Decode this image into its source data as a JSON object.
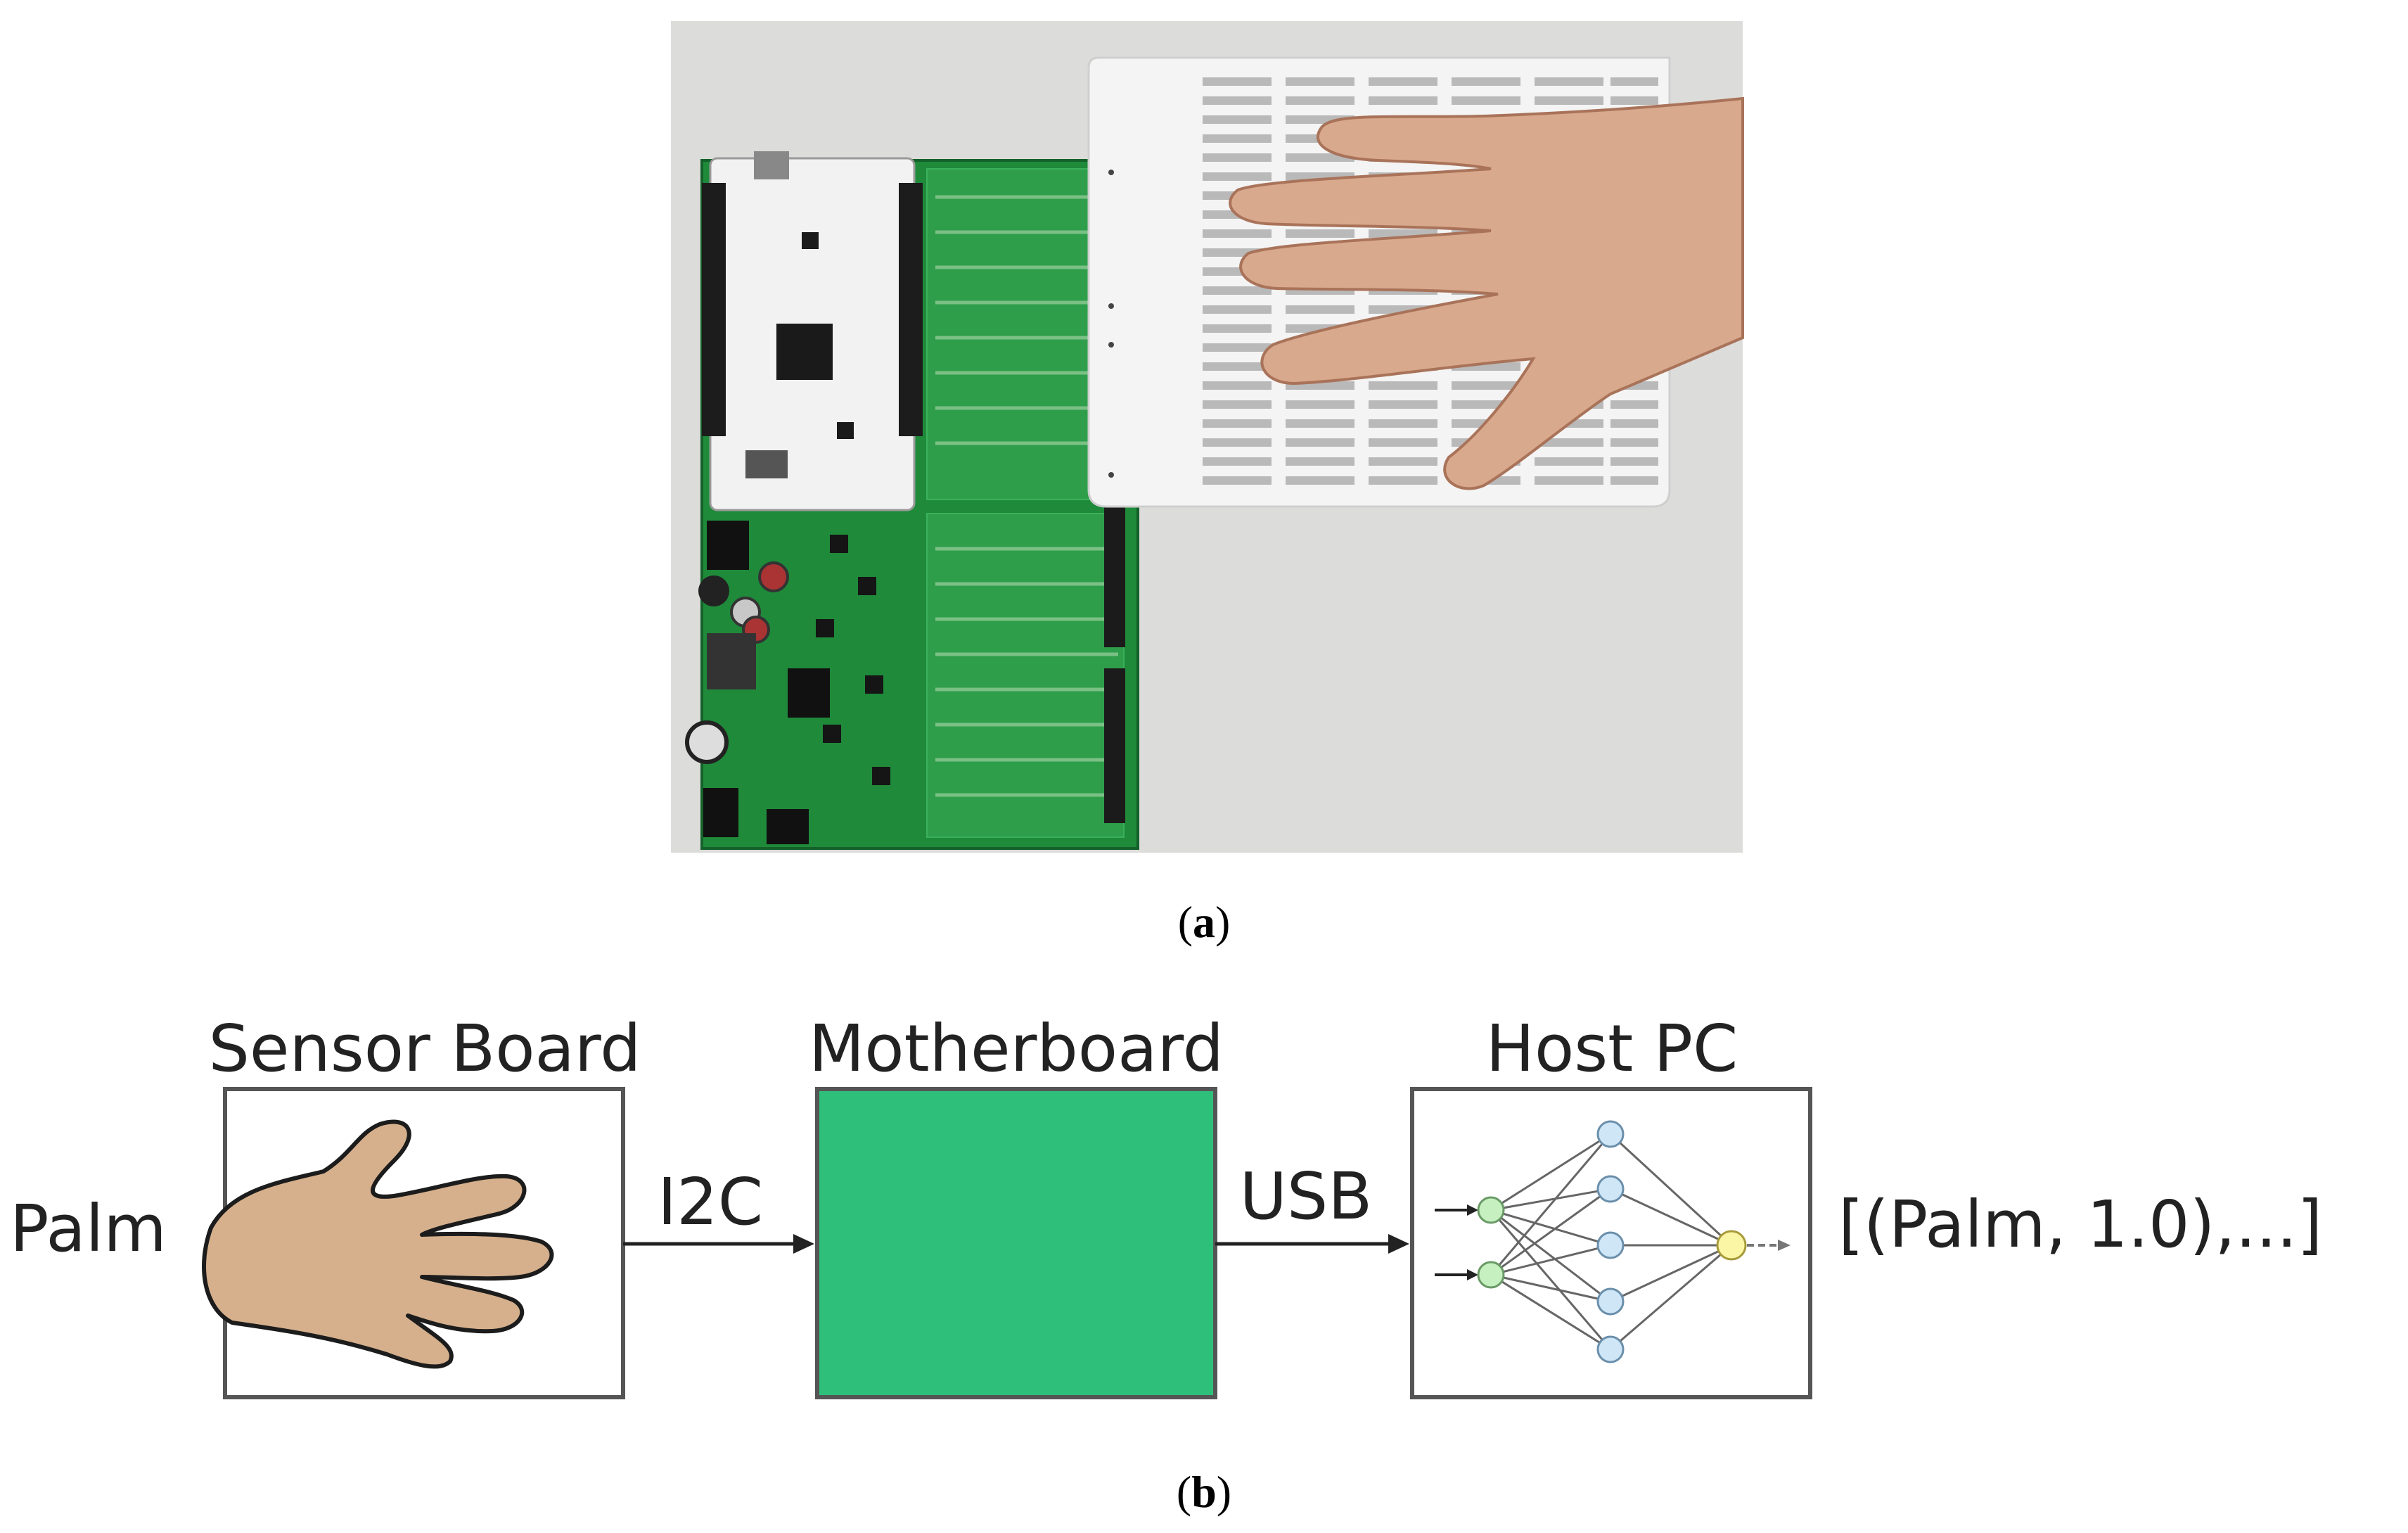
{
  "panel_a": {
    "caption_open": "(",
    "caption_letter": "a",
    "caption_close": ")",
    "photo_description": "photo",
    "motherboard_color": "#1f8a3a",
    "sensor_plate_color": "#f4f4f4"
  },
  "panel_b": {
    "caption_open": "(",
    "caption_letter": "b",
    "caption_close": ")",
    "input_label": "Palm",
    "blocks": [
      {
        "title": "Sensor Board"
      },
      {
        "title": "Motherboard",
        "fill": "#2ec07a"
      },
      {
        "title": "Host PC"
      }
    ],
    "links": [
      "I2C",
      "USB"
    ],
    "output_label": "[(Palm, 1.0),...]",
    "hand_color": "#d6b08c",
    "nn_input_color": "#c6f0c0",
    "nn_hidden_color": "#cfe6f7",
    "nn_output_color": "#fbf6a6"
  }
}
